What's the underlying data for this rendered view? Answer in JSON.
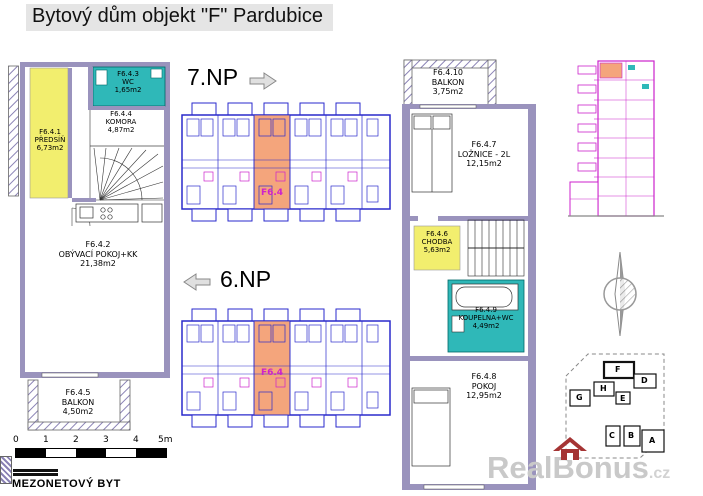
{
  "title": "Bytový dům objekt \"F\" Pardubice",
  "floor_7": {
    "label": "7.NP"
  },
  "floor_6": {
    "label": "6.NP"
  },
  "unit_code": "F6.4",
  "rooms": {
    "predsin": {
      "id": "F6.4.1",
      "name": "PŘEDSÍŇ",
      "area": "6,73m2"
    },
    "obyvaci": {
      "id": "F6.4.2",
      "name": "OBÝVACÍ POKOJ+KK",
      "area": "21,38m2"
    },
    "wc": {
      "id": "F6.4.3",
      "name": "WC",
      "area": "1,65m2"
    },
    "komora": {
      "id": "F6.4.4",
      "name": "KOMORA",
      "area": "4,87m2"
    },
    "balkon5": {
      "id": "F6.4.5",
      "name": "BALKON",
      "area": "4,50m2"
    },
    "chodba": {
      "id": "F6.4.6",
      "name": "CHODBA",
      "area": "5,63m2"
    },
    "loznice": {
      "id": "F6.4.7",
      "name": "LOŽNICE - 2L",
      "area": "12,15m2"
    },
    "pokoj": {
      "id": "F6.4.8",
      "name": "POKOJ",
      "area": "12,95m2"
    },
    "koupelna": {
      "id": "F6.4.9",
      "name": "KOUPELNA+WC",
      "area": "4,49m2"
    },
    "balkon10": {
      "id": "F6.4.10",
      "name": "BALKON",
      "area": "3,75m2"
    }
  },
  "scale_bar": {
    "ticks": [
      "0",
      "1",
      "2",
      "3",
      "4",
      "5m"
    ]
  },
  "footer_label": "MEZONETOVÝ BYT",
  "key_plan": {
    "letters": [
      "G",
      "H",
      "F",
      "E",
      "D",
      "C",
      "B",
      "A"
    ]
  },
  "watermark": {
    "name": "RealBonus",
    "tld": ".cz"
  },
  "icons": [
    "arrow-right-icon",
    "arrow-left-icon",
    "north-compass-icon",
    "house-logo-icon"
  ],
  "colors": {
    "room_highlight_yellow": "#f2ee6e",
    "room_highlight_teal": "#2fb8b8",
    "unit_highlight_orange": "#f4a57c",
    "wall_purple": "#9a93bd",
    "cad_blue": "#2a2acc",
    "cad_magenta": "#cc22cc",
    "watermark_red": "#a53434",
    "watermark_gray": "#c9c9c9"
  }
}
